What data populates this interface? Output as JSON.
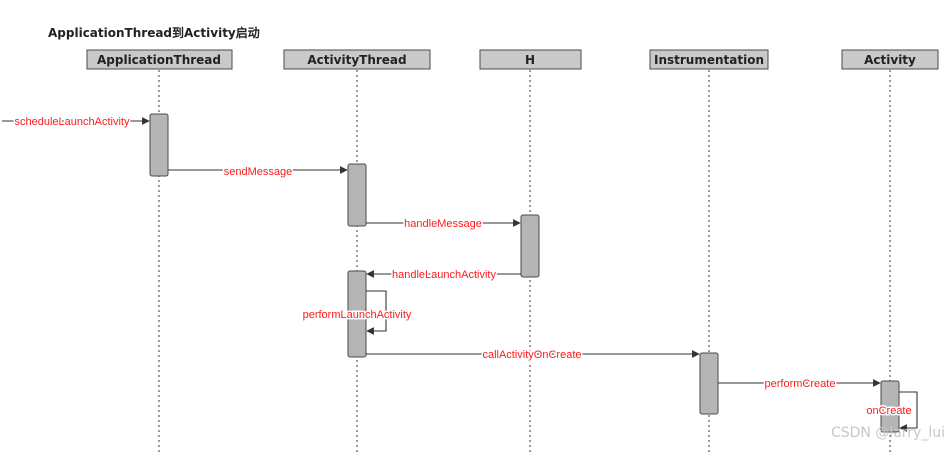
{
  "title": "ApplicationThread到Activity启动",
  "participants": [
    {
      "id": "at",
      "label": "ApplicationThread"
    },
    {
      "id": "act",
      "label": "ActivityThread"
    },
    {
      "id": "h",
      "label": "H"
    },
    {
      "id": "inst",
      "label": "Instrumentation"
    },
    {
      "id": "activity",
      "label": "Activity"
    }
  ],
  "messages": [
    {
      "from": "external",
      "to": "ApplicationThread",
      "label": "scheduleLaunchActivity"
    },
    {
      "from": "ApplicationThread",
      "to": "ActivityThread",
      "label": "sendMessage"
    },
    {
      "from": "ActivityThread",
      "to": "H",
      "label": "handleMessage"
    },
    {
      "from": "H",
      "to": "ActivityThread",
      "label": "handleLaunchActivity"
    },
    {
      "from": "ActivityThread",
      "to": "ActivityThread",
      "label": "performLaunchActivity"
    },
    {
      "from": "ActivityThread",
      "to": "Instrumentation",
      "label": "callActivityOnCreate"
    },
    {
      "from": "Instrumentation",
      "to": "Activity",
      "label": "performCreate"
    },
    {
      "from": "Activity",
      "to": "Activity",
      "label": "onCreate"
    }
  ],
  "colors": {
    "message_label": "#ff1a1a",
    "participant_fill": "#c9c9c9",
    "activation_fill": "#b5b5b5"
  },
  "watermark": "CSDN @larry_lui"
}
